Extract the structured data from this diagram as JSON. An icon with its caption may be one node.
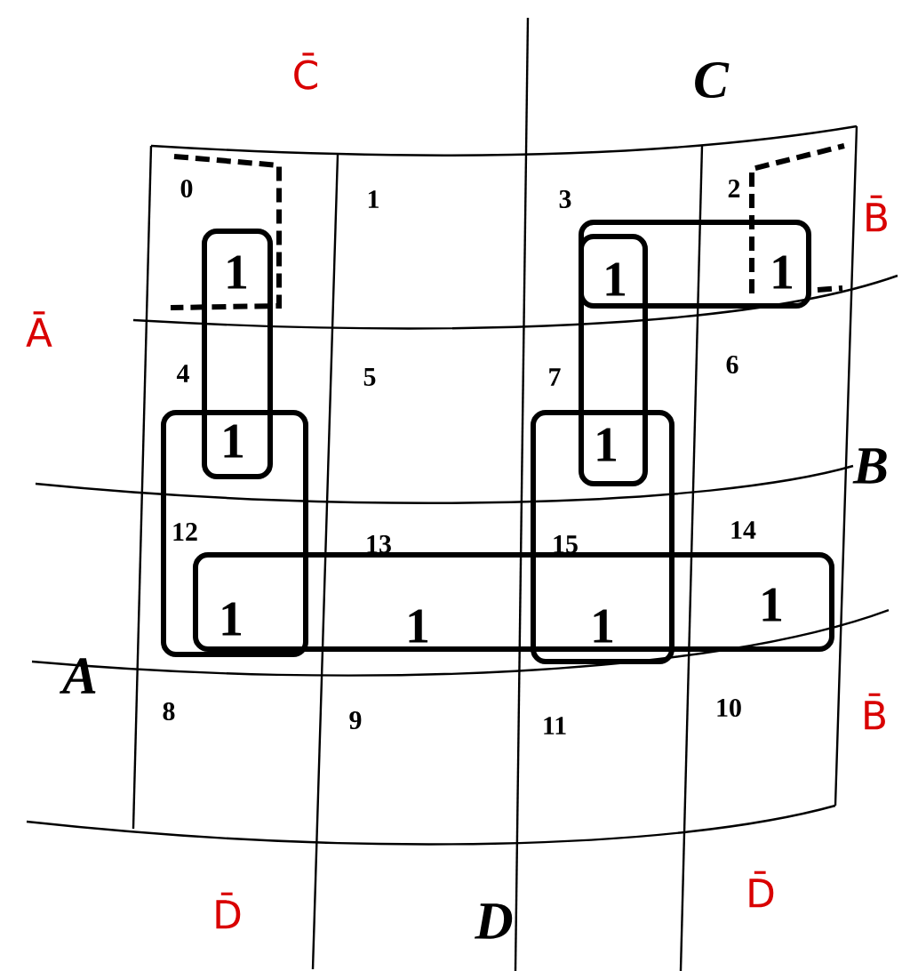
{
  "diagram": {
    "labels": [
      "C̄",
      "C",
      "0",
      "1",
      "3",
      "2",
      "1",
      "1",
      "1",
      "B̄",
      "Ā",
      "4",
      "5",
      "7",
      "6",
      "1",
      "1",
      "B",
      "12",
      "13",
      "15",
      "14",
      "A",
      "1",
      "1",
      "1",
      "1",
      "8",
      "9",
      "11",
      "10",
      "B̄",
      "D̄",
      "D",
      "D̄"
    ]
  }
}
